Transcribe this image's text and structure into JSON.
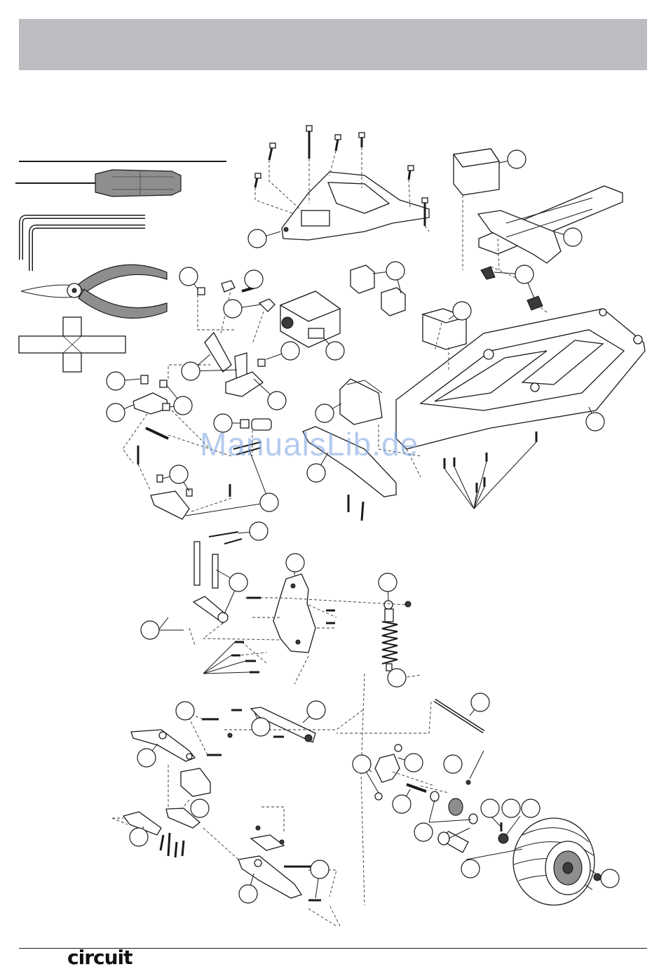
{
  "header": {
    "title": ""
  },
  "footer": {
    "brand": "circuit"
  },
  "watermark": {
    "text": "ManualsLib.de"
  },
  "tools": [
    {
      "name": "phillips-screwdriver"
    },
    {
      "name": "hex-wrench"
    },
    {
      "name": "needle-nose-pliers"
    },
    {
      "name": "cross-wrench"
    }
  ]
}
